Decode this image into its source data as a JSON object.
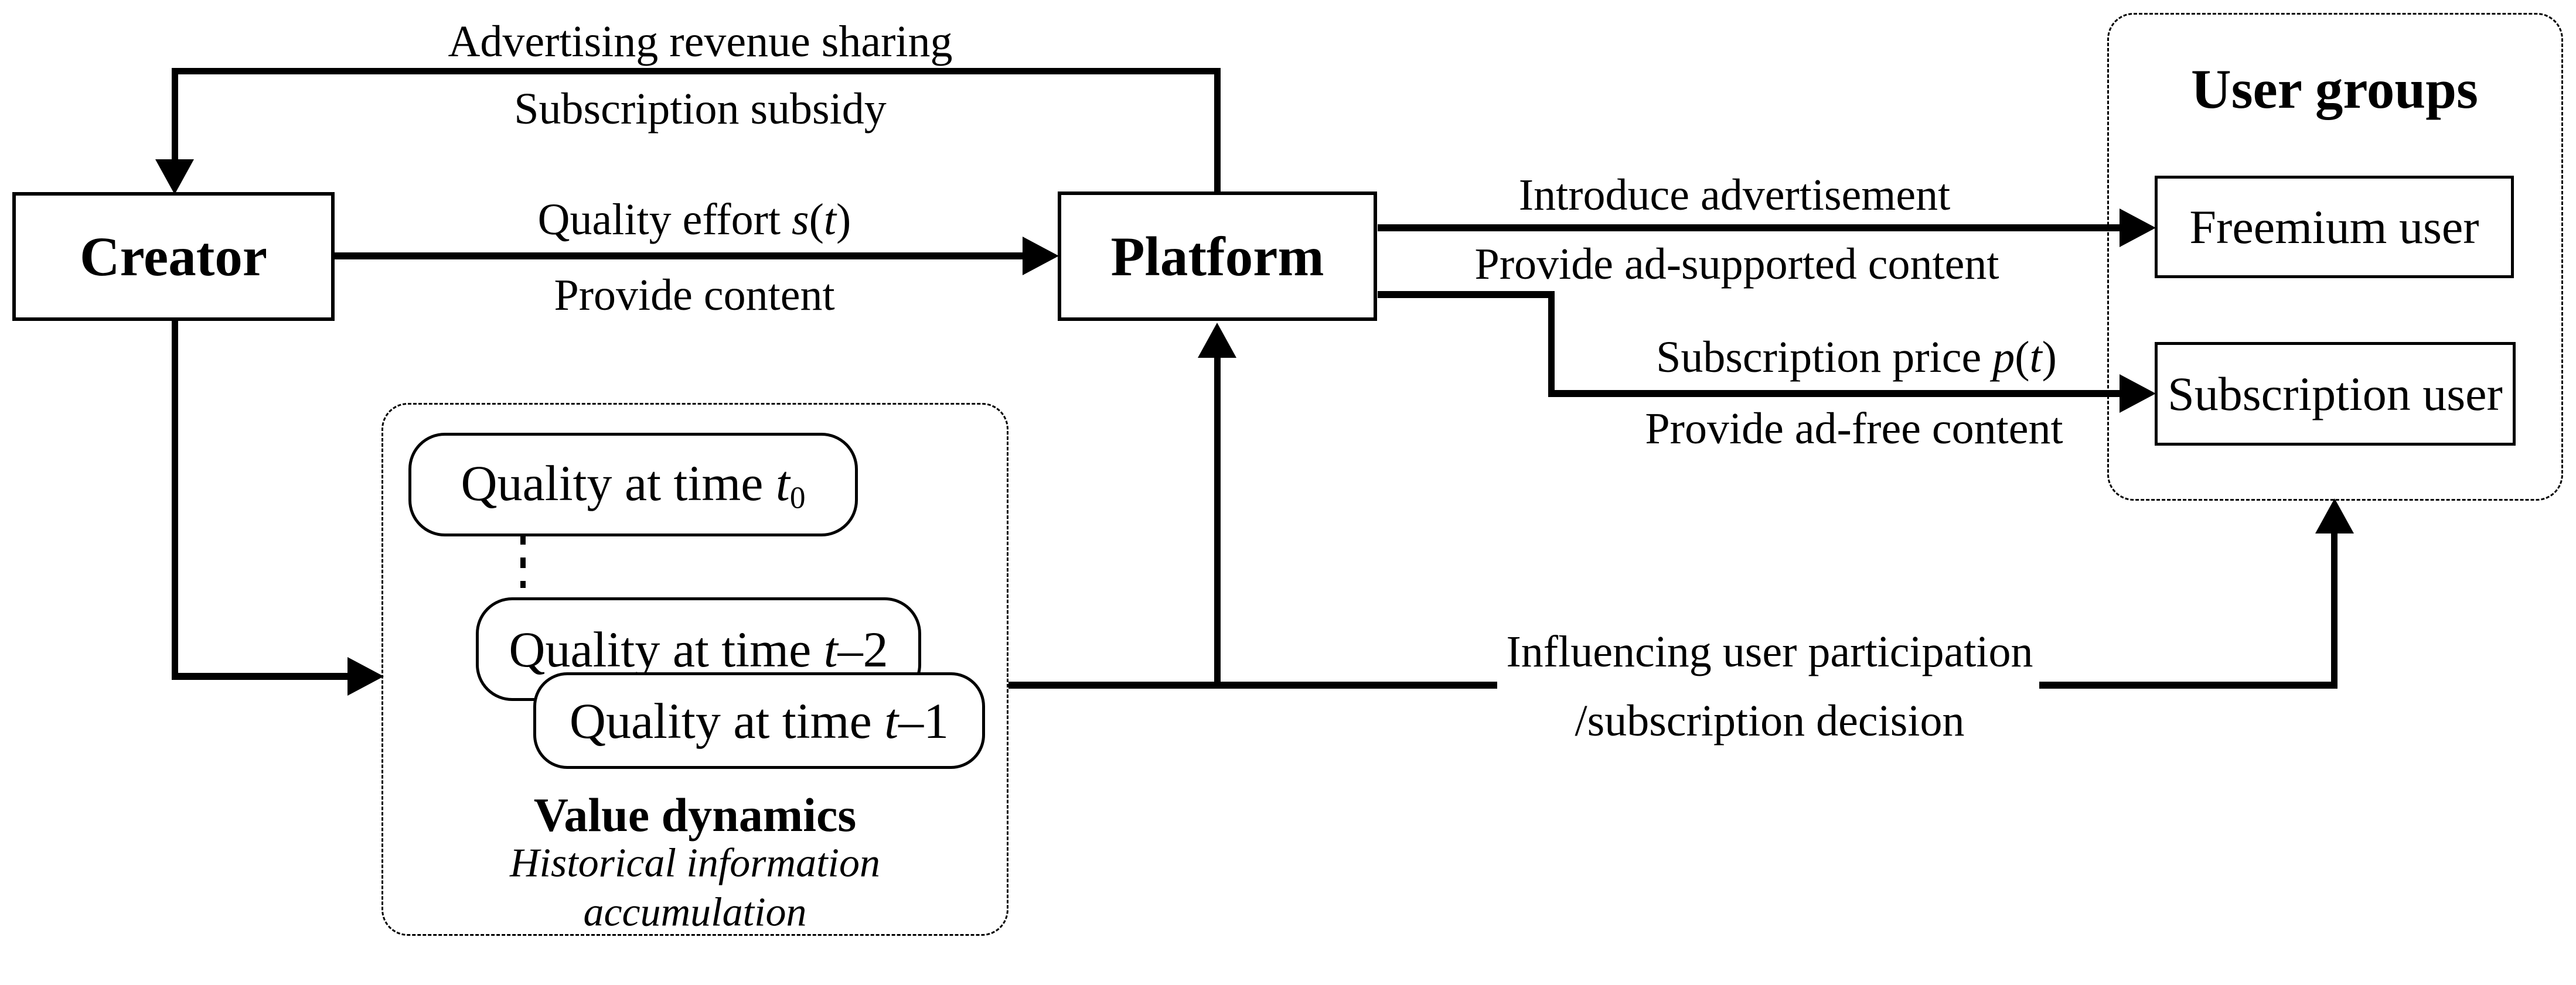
{
  "diagram": {
    "colors": {
      "ink": "#000000",
      "background": "#ffffff"
    },
    "nodes": {
      "creator": "Creator",
      "platform": "Platform",
      "user_groups_title": "User groups",
      "freemium_user": "Freemium user",
      "subscription_user": "Subscription user",
      "value_dynamics_title": "Value dynamics",
      "value_dynamics_subtitle_line1": "Historical information",
      "value_dynamics_subtitle_line2": "accumulation"
    },
    "edge_labels": {
      "advertising_revenue_sharing": "Advertising revenue sharing",
      "subscription_subsidy": "Subscription subsidy",
      "provide_content": "Provide content",
      "introduce_advertisement": "Introduce advertisement",
      "provide_ad_supported_content": "Provide ad-supported content",
      "provide_ad_free_content": "Provide ad-free content",
      "influencing_line1": "Influencing user participation",
      "influencing_line2": "/subscription decision"
    },
    "rich_labels": {
      "quality_effort": [
        {
          "t": "Quality effort "
        },
        {
          "t": "s",
          "i": true
        },
        {
          "t": "("
        },
        {
          "t": "t",
          "i": true
        },
        {
          "t": ")"
        }
      ],
      "subscription_price": [
        {
          "t": "Subscription price "
        },
        {
          "t": "p",
          "i": true
        },
        {
          "t": "("
        },
        {
          "t": "t",
          "i": true
        },
        {
          "t": ")"
        }
      ],
      "quality_t0": [
        {
          "t": "Quality at time "
        },
        {
          "t": "t",
          "i": true
        },
        {
          "t": "0",
          "sub": true
        }
      ],
      "quality_t2": [
        {
          "t": "Quality at time "
        },
        {
          "t": "t",
          "i": true
        },
        {
          "t": "–2"
        }
      ],
      "quality_t1": [
        {
          "t": "Quality at time "
        },
        {
          "t": "t",
          "i": true
        },
        {
          "t": "–1"
        }
      ]
    }
  }
}
